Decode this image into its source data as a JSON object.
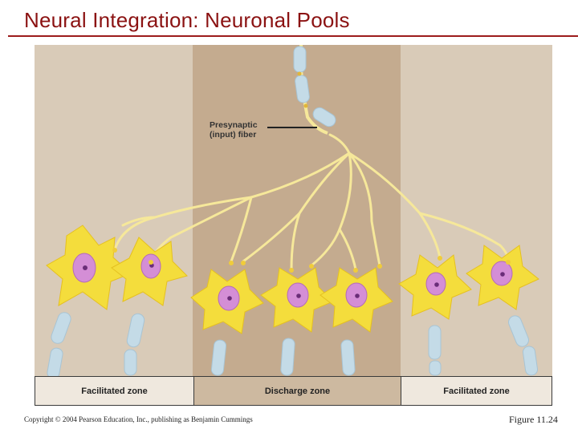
{
  "slide": {
    "title": "Neural Integration: Neuronal Pools"
  },
  "diagram": {
    "callout_line1": "Presynaptic",
    "callout_line2": "(input) fiber",
    "zones": [
      {
        "label": "Facilitated zone"
      },
      {
        "label": "Discharge zone"
      },
      {
        "label": "Facilitated zone"
      }
    ],
    "colors": {
      "background_outer": "#d9cbb8",
      "background_center": "#c4ab8f",
      "neuron_body": "#f4dd3c",
      "nucleus": "#d48ed6",
      "axon_fiber": "#f6e89a",
      "myelin": "#c4dbe7"
    }
  },
  "footer": {
    "copyright": "Copyright © 2004 Pearson Education, Inc., publishing as Benjamin Cummings",
    "figure_number": "Figure 11.24"
  }
}
